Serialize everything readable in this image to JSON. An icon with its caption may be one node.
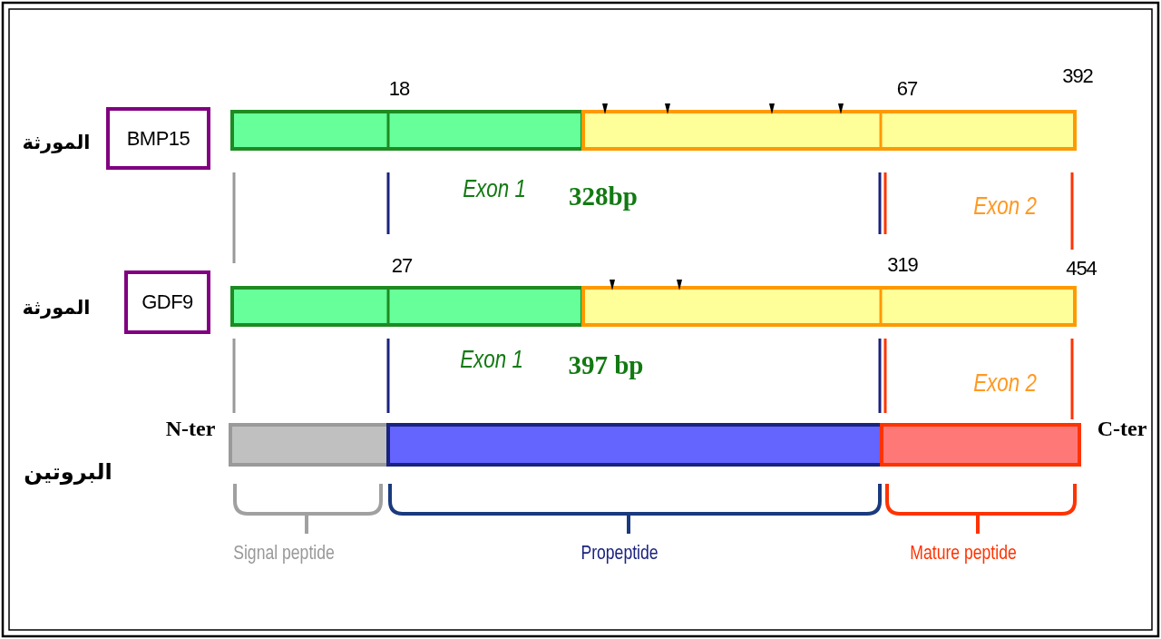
{
  "diagram": {
    "nodes": [
      {
        "text": [
          "BMP15"
        ],
        "beside": [
          "المورثة"
        ]
      },
      {
        "text": [
          "GDF9"
        ],
        "beside": [
          "المورثة"
        ]
      }
    ],
    "labels": [
      "18",
      "67",
      "392",
      "Exon 1",
      "328bp",
      "Exon 2",
      "27",
      "319",
      "454",
      "Exon 1",
      "397 bp",
      "Exon 2",
      "N-ter",
      "C-ter",
      "البروتين",
      "Signal peptide",
      "Propeptide",
      "Mature peptide"
    ]
  }
}
